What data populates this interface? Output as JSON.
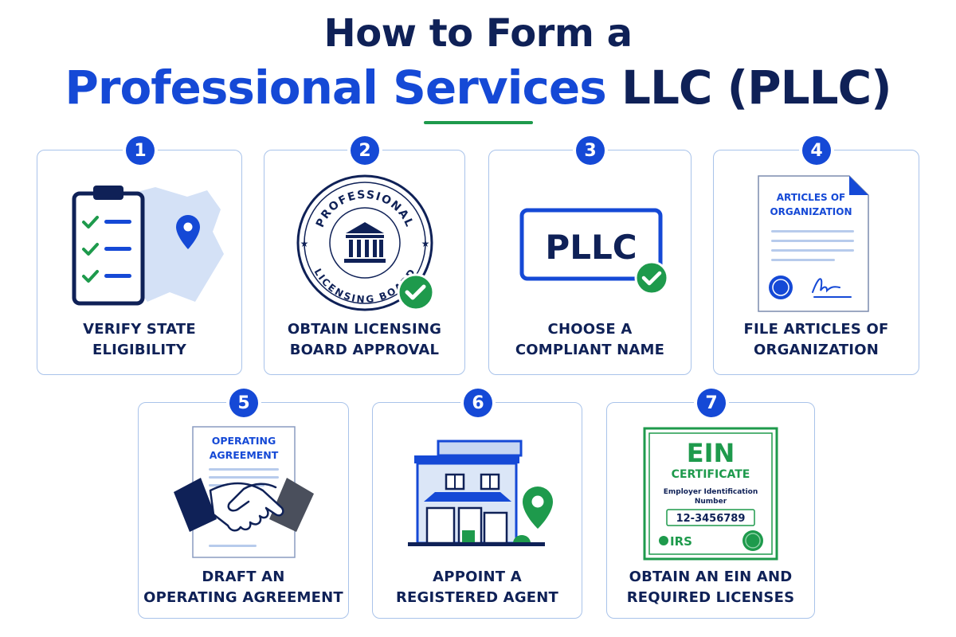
{
  "header": {
    "line1": "How to Form a",
    "line2_highlight": "Professional Services",
    "line2_rest": "LLC (PLLC)"
  },
  "steps": [
    {
      "number": "1",
      "caption_line1": "VERIFY STATE",
      "caption_line2": "ELIGIBILITY"
    },
    {
      "number": "2",
      "caption_line1": "OBTAIN LICENSING",
      "caption_line2": "BOARD APPROVAL",
      "seal_top": "PROFESSIONAL",
      "seal_bottom": "LICENSING BOARD"
    },
    {
      "number": "3",
      "caption_line1": "CHOOSE A",
      "caption_line2": "COMPLIANT NAME",
      "badge_text": "PLLC"
    },
    {
      "number": "4",
      "caption_line1": "FILE ARTICLES OF",
      "caption_line2": "ORGANIZATION",
      "doc_title_line1": "ARTICLES OF",
      "doc_title_line2": "ORGANIZATION"
    },
    {
      "number": "5",
      "caption_line1": "DRAFT AN",
      "caption_line2": "OPERATING AGREEMENT",
      "doc_title_line1": "OPERATING",
      "doc_title_line2": "AGREEMENT"
    },
    {
      "number": "6",
      "caption_line1": "APPOINT A",
      "caption_line2": "REGISTERED AGENT"
    },
    {
      "number": "7",
      "caption_line1": "OBTAIN AN EIN AND",
      "caption_line2": "REQUIRED LICENSES",
      "cert_title": "EIN",
      "cert_subtitle": "CERTIFICATE",
      "cert_desc_line1": "Employer Identification",
      "cert_desc_line2": "Number",
      "cert_number": "12-3456789",
      "cert_issuer": "IRS"
    }
  ],
  "colors": {
    "primary": "#1549d6",
    "navy": "#0f2157",
    "green": "#1e9a4c",
    "border": "#a9c3ea"
  }
}
